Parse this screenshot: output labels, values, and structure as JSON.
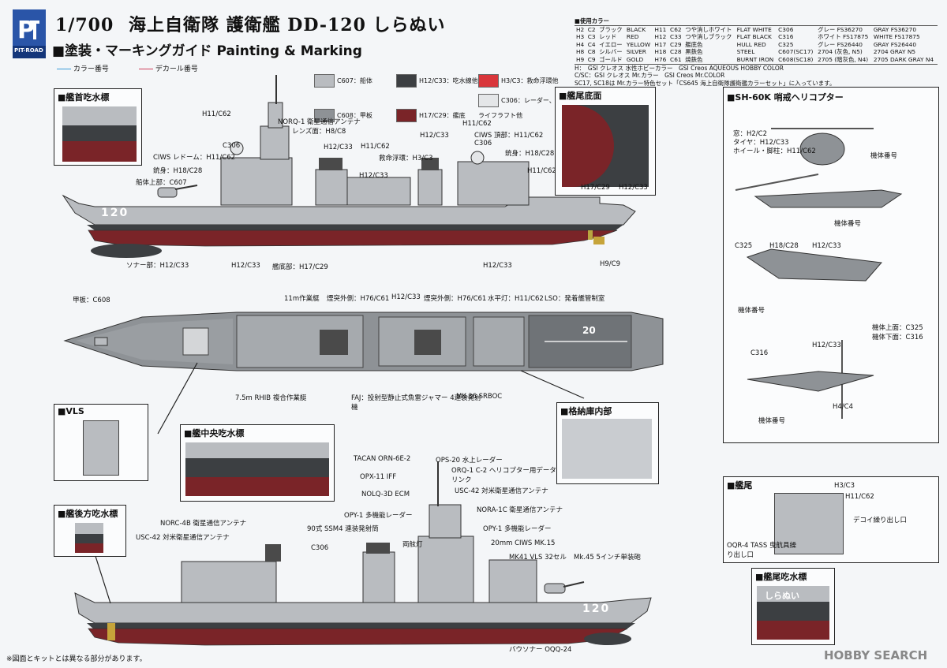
{
  "header": {
    "logo_text": "PIT-ROAD",
    "scale": "1/700",
    "title_jp": "海上自衛隊 護衛艦 DD-120 しらぬい",
    "subtitle": "■塗装・マーキングガイド Painting & Marking",
    "legend_color": "カラー番号",
    "legend_decal": "デカール番号"
  },
  "paint_table": {
    "heading": "■使用カラー",
    "rows": [
      [
        "H2",
        "C2",
        "ブラック",
        "BLACK",
        "H11",
        "C62",
        "つや消しホワイト",
        "FLAT WHITE",
        "C306",
        "グレー FS36270",
        "GRAY FS36270"
      ],
      [
        "H3",
        "C3",
        "レッド",
        "RED",
        "H12",
        "C33",
        "つや消しブラック",
        "FLAT BLACK",
        "C316",
        "ホワイト FS17875",
        "WHITE FS17875"
      ],
      [
        "H4",
        "C4",
        "イエロー",
        "YELLOW",
        "H17",
        "C29",
        "艦底色",
        "HULL RED",
        "C325",
        "グレー FS26440",
        "GRAY FS26440"
      ],
      [
        "H8",
        "C8",
        "シルバー",
        "SILVER",
        "H18",
        "C28",
        "黒鉄色",
        "STEEL",
        "C607(SC17)",
        "2704 (灰色, N5)",
        "2704 GRAY N5"
      ],
      [
        "H9",
        "C9",
        "ゴールド",
        "GOLD",
        "H76",
        "C61",
        "焼鉄色",
        "BURNT IRON",
        "C608(SC18)",
        "2705 (暗灰色, N4)",
        "2705 DARK GRAY N4"
      ]
    ],
    "note1": "H：　GSI クレオス 水性ホビーカラー　GSI Creos AQUEOUS HOBBY COLOR",
    "note2": "C/SC：GSI クレオス Mr.カラー　GSI Creos Mr.COLOR",
    "note3": "SC17, SC18は Mr.カラー特色セット「CS645 海上自衛隊護衛艦カラーセット」に入っています。"
  },
  "colors": {
    "hull_gray": "#b9bcc0",
    "deck_gray": "#6f7377",
    "waterline": "#3c3f42",
    "hull_red": "#7a2428",
    "rescue_red": "#d9363b",
    "radar_white": "#e4e6e8",
    "label_blue": "#3a9bd8",
    "label_red": "#d0405a"
  },
  "swatches": [
    {
      "label": "C607：船体",
      "color": "#b9bcc0"
    },
    {
      "label": "H12/C33：吃水線他",
      "color": "#3c3f42"
    },
    {
      "label": "H3/C3：救命浮環他",
      "color": "#d9363b"
    },
    {
      "label": "C608：甲板",
      "color": "#8e9296"
    },
    {
      "label": "H17/C29：艦底",
      "color": "#7a2428"
    },
    {
      "label": "C306：レーダー、ライフラフト他",
      "color": "#e4e6e8"
    }
  ],
  "panels": {
    "bow_draft": "■艦首吃水標",
    "stern_bottom": "■艦尾底面",
    "heli": "■SH-60K 哨戒ヘリコプター",
    "vls": "■VLS",
    "mid_draft": "■艦中央吃水標",
    "aft_draft": "■艦後方吃水標",
    "hangar": "■格納庫内部",
    "stern": "■艦尾",
    "stern_draft": "■艦尾吃水標"
  },
  "ship": {
    "hull_number": "120",
    "stern_name": "しらぬい",
    "deck_number": "20"
  },
  "labels": {
    "h11c62": "H11/C62",
    "norq1": "NORQ-1 衛星通信アンテナ",
    "lens": "レンズ面：H8/C8",
    "c306": "C306",
    "ciws_dome": "CIWS レドーム：H11/C62",
    "mast": "銃身：H18/C28",
    "hull_top": "船体上部：C607",
    "h12c33": "H12/C33",
    "liferaft": "救命浮環：H3/C3",
    "ciws_top": "CIWS 頂部：H11/C62",
    "barrel": "銃身：H18/C28",
    "sonar": "ソナー部：H12/C33",
    "bottom": "艦底部：H17/C29",
    "h9c9": "H9/C9",
    "deck": "甲板：C608",
    "boat": "11m作業艇",
    "funnel1": "煙突外側：H76/C61",
    "funnel2": "煙突外側：H76/C61",
    "horizon": "水平灯：H11/C62",
    "lso": "LSO：発着艦管制室",
    "rhib": "7.5m RHIB 複合作業艇",
    "faj": "FAJ：投射型静止式魚雷ジャマー 4連装発射機",
    "srboc": "MK-36 SRBOC",
    "tacan": "TACAN ORN-6E-2",
    "ops20": "OPS-20 水上レーダー",
    "opx11": "OPX-11 IFF",
    "orq1": "ORQ-1 C-2 ヘリコプター用データリンク",
    "nolq": "NOLQ-3D ECM",
    "usc42a": "USC-42 対米衛星通信アンテナ",
    "opy1a": "OPY-1 多機能レーダー",
    "norc1c": "NORA-1C 衛星通信アンテナ",
    "opy1b": "OPY-1 多機能レーダー",
    "norc4b": "NORC-4B 衛星通信アンテナ",
    "usc42b": "USC-42 対米衛星通信アンテナ",
    "ssm": "90式 SSM4 連装発射筒",
    "bow_light": "両舷灯",
    "ciws": "20mm CIWS MK.15",
    "vls_mk41": "MK41 VLS 32セル",
    "gun": "Mk.45 5インチ単装砲",
    "bow_sonar": "バウソナー OQQ-24",
    "h17c29": "H17/C29",
    "h11c62b": "H11/C62",
    "h3c3": "H3/C3",
    "decoy": "デコイ繰り出し口",
    "tass": "OQR-4 TASS 曳航具繰り出し口",
    "heli_window": "窓：H2/C2",
    "heli_tire": "タイヤ：H12/C33",
    "heli_wheel": "ホイール・脚柱：H11/C62",
    "heli_number": "機体番号",
    "c325": "C325",
    "h18c28": "H18/C28",
    "heli_upper": "機体上面：C325",
    "heli_lower": "機体下面：C316",
    "c316": "C316",
    "h4c4": "H4/C4"
  },
  "footnote": "※図面とキットとは異なる部分があります。",
  "watermark": "HOBBY SEARCH"
}
